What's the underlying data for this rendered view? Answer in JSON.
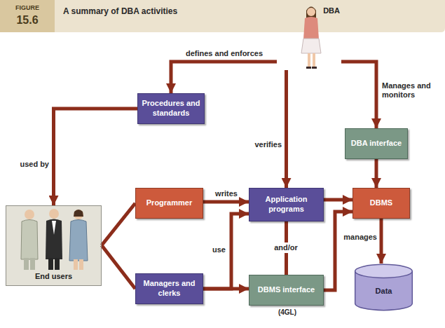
{
  "diagram": {
    "title": "A summary of DBA activities",
    "nodes": [
      {
        "text": [
          "DBA"
        ]
      },
      {
        "text": [
          "Procedures and standards"
        ]
      },
      {
        "text": [
          "DBA interface"
        ]
      },
      {
        "text": [
          "End users"
        ]
      },
      {
        "text": [
          "Programmer"
        ]
      },
      {
        "text": [
          "Application programs"
        ]
      },
      {
        "text": [
          "DBMS"
        ]
      },
      {
        "text": [
          "Managers and clerks"
        ]
      },
      {
        "text": [
          "DBMS interface"
        ]
      },
      {
        "text": [
          "Data"
        ]
      }
    ],
    "edges": [
      {
        "from": 0,
        "to": 1,
        "label": "defines and enforces",
        "arrow": "to"
      },
      {
        "from": 0,
        "to": 2,
        "label": "Manages and monitors",
        "arrow": "to"
      },
      {
        "from": 0,
        "to": 5,
        "label": "verifies",
        "arrow": "to"
      },
      {
        "from": 1,
        "to": 3,
        "label": "used by",
        "arrow": "to"
      },
      {
        "from": 3,
        "to": 4,
        "arrow": "none"
      },
      {
        "from": 3,
        "to": 7,
        "arrow": "none"
      },
      {
        "from": 4,
        "to": 5,
        "label": "writes",
        "arrow": "to"
      },
      {
        "from": 7,
        "to": 5,
        "label": "use",
        "arrow": "to"
      },
      {
        "from": 7,
        "to": 8,
        "arrow": "to"
      },
      {
        "from": 5,
        "to": 8,
        "label": "and/or",
        "arrow": "none"
      },
      {
        "from": 5,
        "to": 6,
        "arrow": "to"
      },
      {
        "from": 8,
        "to": 6,
        "arrow": "to"
      },
      {
        "from": 2,
        "to": 6,
        "arrow": "to"
      },
      {
        "from": 6,
        "to": 9,
        "label": "manages",
        "arrow": "to"
      }
    ],
    "labels": [
      "FIGURE",
      "15.6",
      "(4GL)"
    ]
  }
}
